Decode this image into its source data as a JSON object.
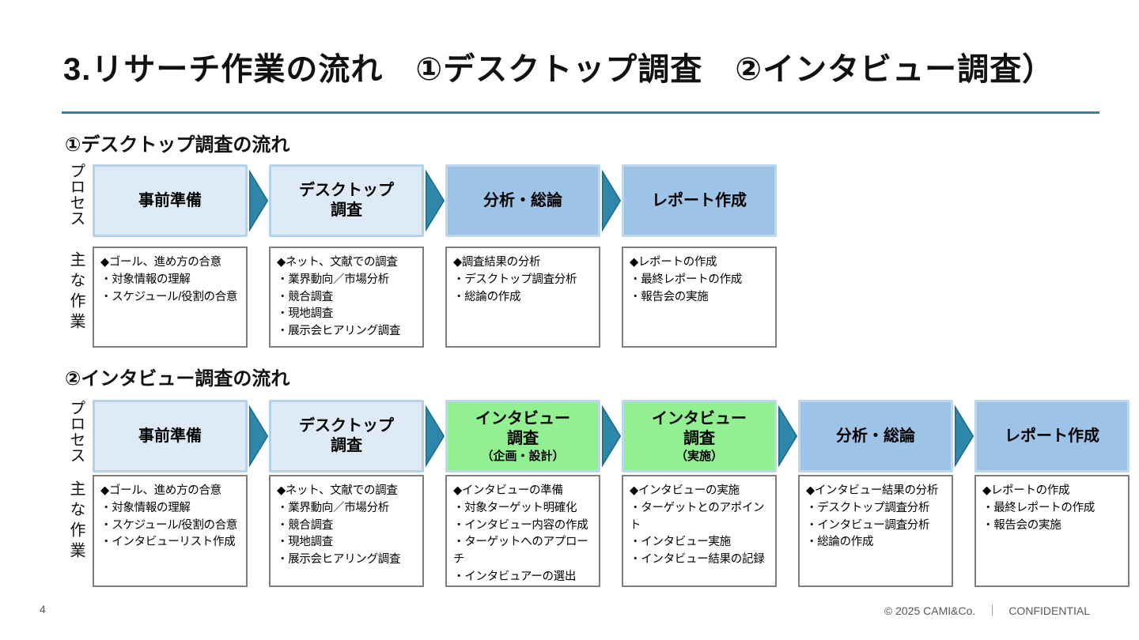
{
  "colors": {
    "accent-teal": "#31849B",
    "arrow-fill": "#2E86A9",
    "arrow-stroke": "#1F6C8C",
    "box-light-fill": "#DEEBF7",
    "box-light-border": "#B4D3EA",
    "box-mid-fill": "#9DC3E6",
    "box-mid-border": "#BDD7EE",
    "box-green-fill": "#92EF92",
    "box-green-border": "#BDD7EE",
    "detail-border": "#7F7F7F",
    "footer-text": "#595959"
  },
  "slide": {
    "title": "3.リサーチ作業の流れ　①デスクトップ調査　②インタビュー調査）",
    "page_number": "4",
    "footer_copyright": "© 2025 CAMI&Co.",
    "footer_separator": "｜",
    "footer_confidential": "CONFIDENTIAL"
  },
  "axis_labels": {
    "process": "プロセス",
    "main_tasks": "主な作業"
  },
  "flow1": {
    "heading": "①デスクトップ調査の流れ",
    "steps": [
      {
        "name": "事前準備",
        "details": [
          "◆ゴール、進め方の合意",
          "・対象情報の理解",
          "・スケジュール/役割の合意"
        ]
      },
      {
        "name": "デスクトップ\n調査",
        "details": [
          "◆ネット、文献での調査",
          "・業界動向／市場分析",
          "・競合調査",
          "・現地調査",
          "・展示会ヒアリング調査"
        ]
      },
      {
        "name": "分析・総論",
        "details": [
          "◆調査結果の分析",
          "・デスクトップ調査分析",
          "・総論の作成"
        ]
      },
      {
        "name": "レポート作成",
        "details": [
          "◆レポートの作成",
          "・最終レポートの作成",
          "・報告会の実施"
        ]
      }
    ]
  },
  "flow2": {
    "heading": "②インタビュー調査の流れ",
    "steps": [
      {
        "name": "事前準備",
        "details": [
          "◆ゴール、進め方の合意",
          "・対象情報の理解",
          "・スケジュール/役割の合意",
          "・インタビューリスト作成"
        ]
      },
      {
        "name": "デスクトップ\n調査",
        "details": [
          "◆ネット、文献での調査",
          "・業界動向／市場分析",
          "・競合調査",
          "・現地調査",
          "・展示会ヒアリング調査"
        ]
      },
      {
        "name": "インタビュー\n調査",
        "sub": "（企画・設計）",
        "details": [
          "◆インタビューの準備",
          "・対象ターゲット明確化",
          "・インタビュー内容の作成",
          "・ターゲットへのアプローチ",
          "・インタビュアーの選出"
        ]
      },
      {
        "name": "インタビュー\n調査",
        "sub": "（実施）",
        "details": [
          "◆インタビューの実施",
          "・ターゲットとのアポイント",
          "・インタビュー実施",
          "・インタビュー結果の記録"
        ]
      },
      {
        "name": "分析・総論",
        "details": [
          "◆インタビュー結果の分析",
          "・デスクトップ調査分析",
          "・インタビュー調査分析",
          "・総論の作成"
        ]
      },
      {
        "name": "レポート作成",
        "details": [
          "◆レポートの作成",
          "・最終レポートの作成",
          "・報告会の実施"
        ]
      }
    ]
  }
}
